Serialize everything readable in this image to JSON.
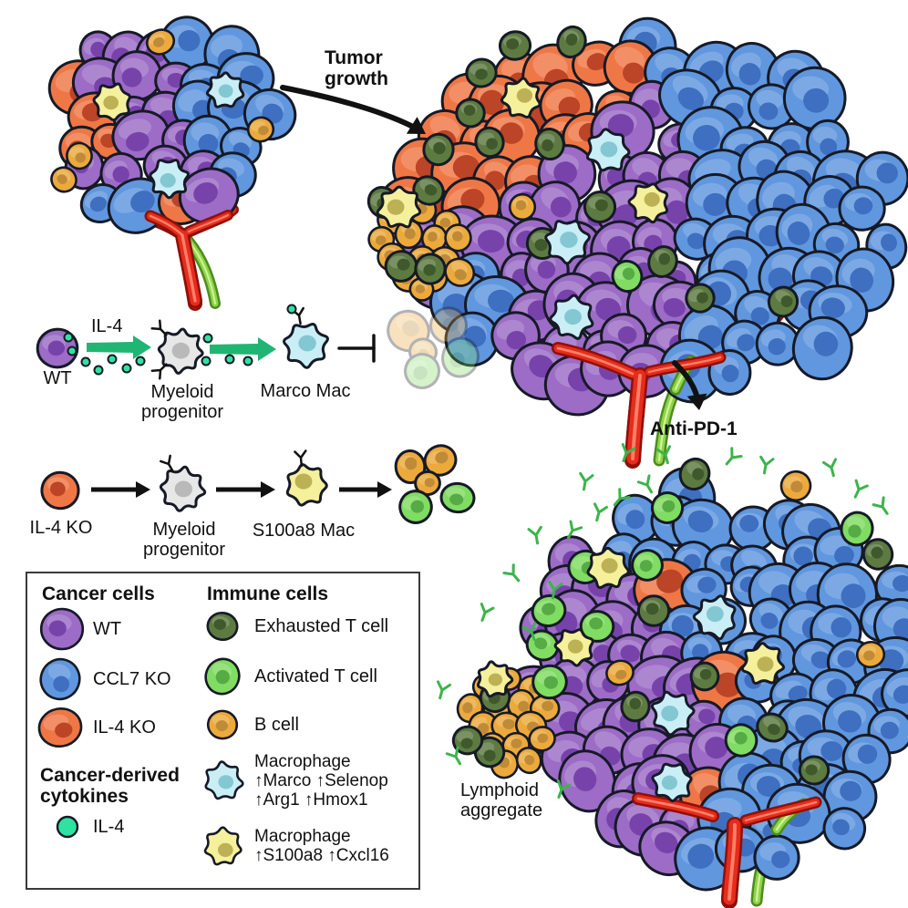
{
  "labels": {
    "tumor_growth": "Tumor\ngrowth",
    "anti_pd1": "Anti-PD-1",
    "lymphoid_aggregate": "Lymphoid\naggregate"
  },
  "pathway_wt": {
    "cell": "WT",
    "cytokine": "IL-4",
    "progenitor": "Myeloid\nprogenitor",
    "product": "Marco Mac"
  },
  "pathway_il4ko": {
    "cell": "IL-4 KO",
    "progenitor": "Myeloid\nprogenitor",
    "product": "S100a8 Mac"
  },
  "legend": {
    "cancer_title": "Cancer cells",
    "wt": "WT",
    "ccl7": "CCL7 KO",
    "il4ko": "IL-4 KO",
    "cytokines_title": "Cancer-derived\ncytokines",
    "il4": "IL-4",
    "immune_title": "Immune cells",
    "exhausted": "Exhausted T cell",
    "activated": "Activated T cell",
    "bcell": "B cell",
    "mac_marco": "Macrophage\n↑Marco ↑Selenop\n↑Arg1 ↑Hmox1",
    "mac_s100a8": "Macrophage\n↑S100a8 ↑Cxcl16"
  },
  "colors": {
    "outline": "#161a26",
    "wt": "#9c6cc6",
    "wt_nuc": "#7743ab",
    "ccl7": "#6097de",
    "ccl7_nuc": "#3e6fc0",
    "il4ko": "#ef7746",
    "il4ko_nuc": "#bc4527",
    "exhausted": "#5d7b41",
    "exhausted_nuc": "#40592c",
    "activated": "#80dc62",
    "activated_nuc": "#57ab45",
    "bcell": "#ecaa3c",
    "bcell_nuc": "#c08b38",
    "marco": "#c9eef6",
    "marco_nuc": "#83c7d2",
    "s100a8": "#f5f09c",
    "s100a8_nuc": "#bdb155",
    "progenitor": "#e7e7e7",
    "progenitor_nuc": "#b9b9b9",
    "il4": "#2ee3a2",
    "vessel_red": "#e62c1c",
    "vessel_red_dark": "#8f1008",
    "vessel_red_hi": "#ff8a70",
    "vessel_green": "#8ed44a",
    "vessel_green_dark": "#4e8c1d",
    "vessel_green_hi": "#d5f6a0",
    "antibody": "#3cb44b",
    "arrow_green": "#21b573",
    "arrow_black": "#111111"
  }
}
